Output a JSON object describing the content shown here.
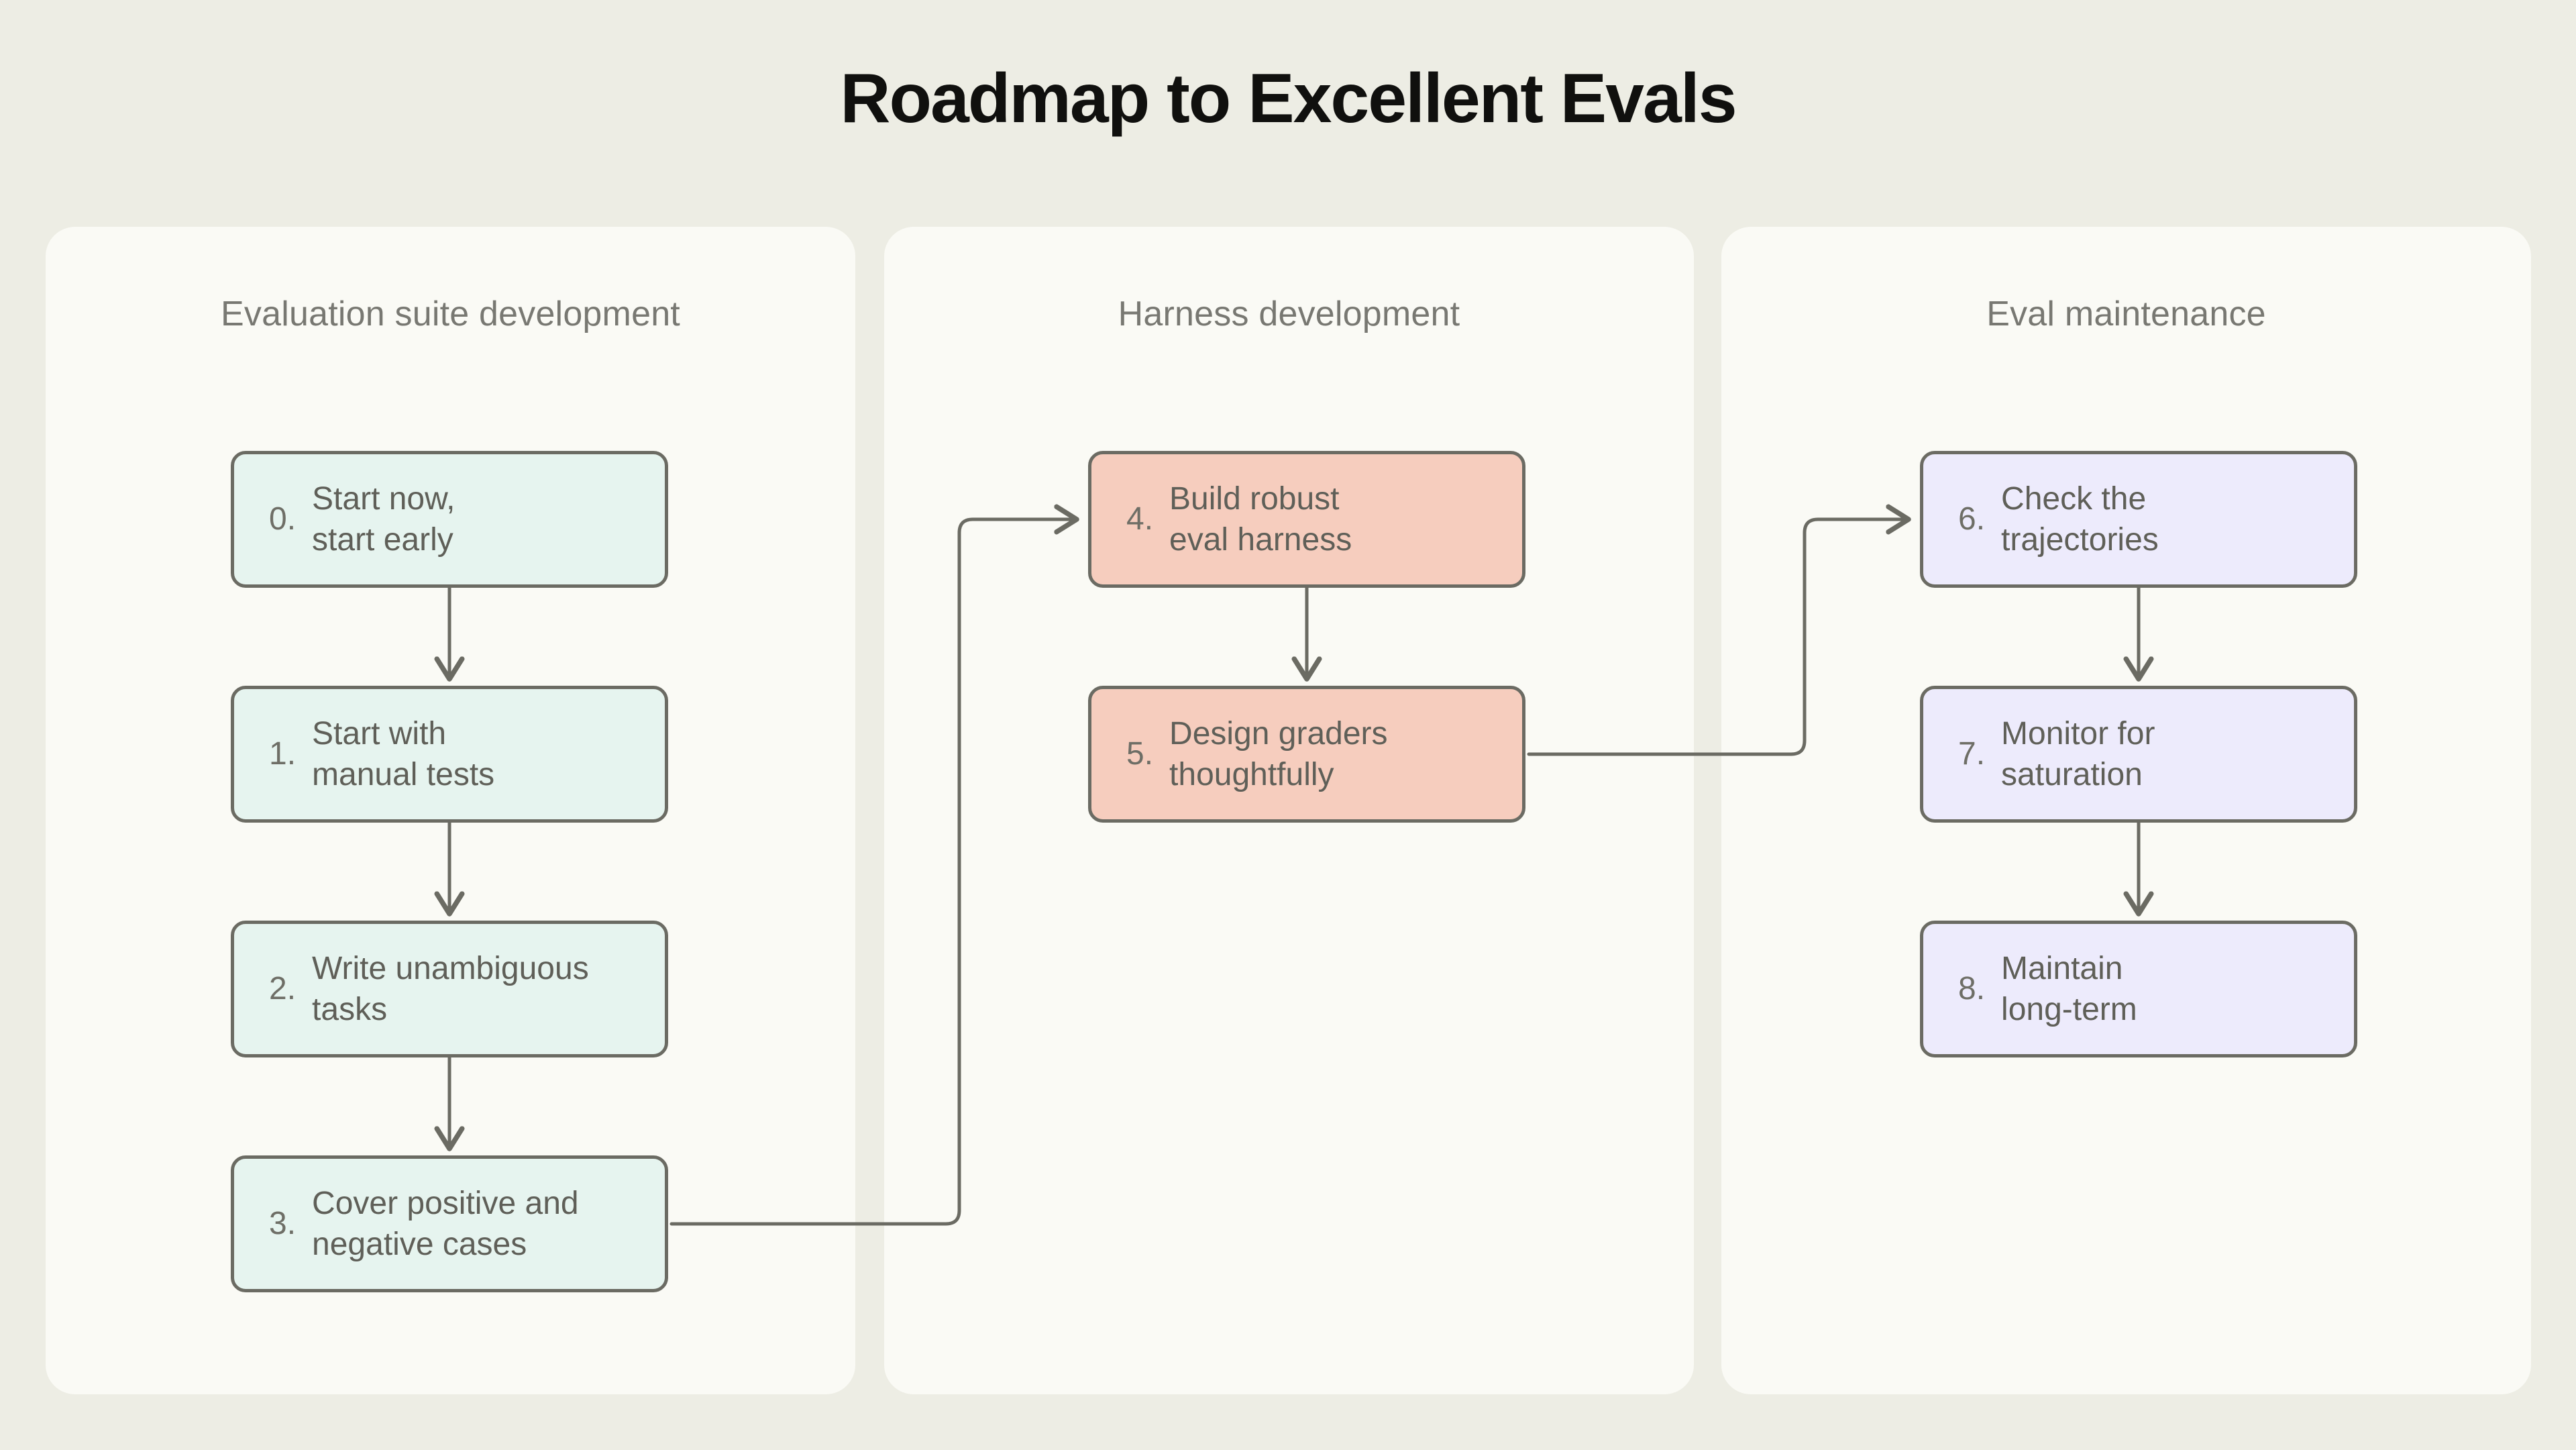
{
  "title": "Roadmap to Excellent Evals",
  "colors": {
    "background": "#EDEDE4",
    "panel": "#FAFAF5",
    "box_border": "#6B6B63",
    "connector": "#6B6B63",
    "text_heading": "#10100E",
    "text_panel_header": "#787872",
    "text_box": "#5F5F58",
    "fill_evaluation_suite": "#E6F4EF",
    "fill_harness": "#F6CDBE",
    "fill_maintenance": "#EDEBFC"
  },
  "columns": [
    {
      "header": "Evaluation suite development",
      "fill": "mint",
      "steps": [
        {
          "number": "0.",
          "label": "Start now,\nstart early"
        },
        {
          "number": "1.",
          "label": "Start with\nmanual tests"
        },
        {
          "number": "2.",
          "label": "Write unambiguous\ntasks"
        },
        {
          "number": "3.",
          "label": "Cover positive and\nnegative cases"
        }
      ]
    },
    {
      "header": "Harness development",
      "fill": "salmon",
      "steps": [
        {
          "number": "4.",
          "label": "Build robust\neval harness"
        },
        {
          "number": "5.",
          "label": "Design graders\nthoughtfully"
        }
      ]
    },
    {
      "header": "Eval maintenance",
      "fill": "lavender",
      "steps": [
        {
          "number": "6.",
          "label": "Check the\ntrajectories"
        },
        {
          "number": "7.",
          "label": "Monitor for\nsaturation"
        },
        {
          "number": "8.",
          "label": "Maintain\nlong-term"
        }
      ]
    }
  ],
  "connections": [
    {
      "from": "0",
      "to": "1",
      "kind": "vertical-arrow"
    },
    {
      "from": "1",
      "to": "2",
      "kind": "vertical-arrow"
    },
    {
      "from": "2",
      "to": "3",
      "kind": "vertical-arrow"
    },
    {
      "from": "3",
      "to": "4",
      "kind": "elbow-arrow"
    },
    {
      "from": "4",
      "to": "5",
      "kind": "vertical-arrow"
    },
    {
      "from": "5",
      "to": "6",
      "kind": "elbow-arrow"
    },
    {
      "from": "6",
      "to": "7",
      "kind": "vertical-arrow"
    },
    {
      "from": "7",
      "to": "8",
      "kind": "vertical-arrow"
    }
  ]
}
